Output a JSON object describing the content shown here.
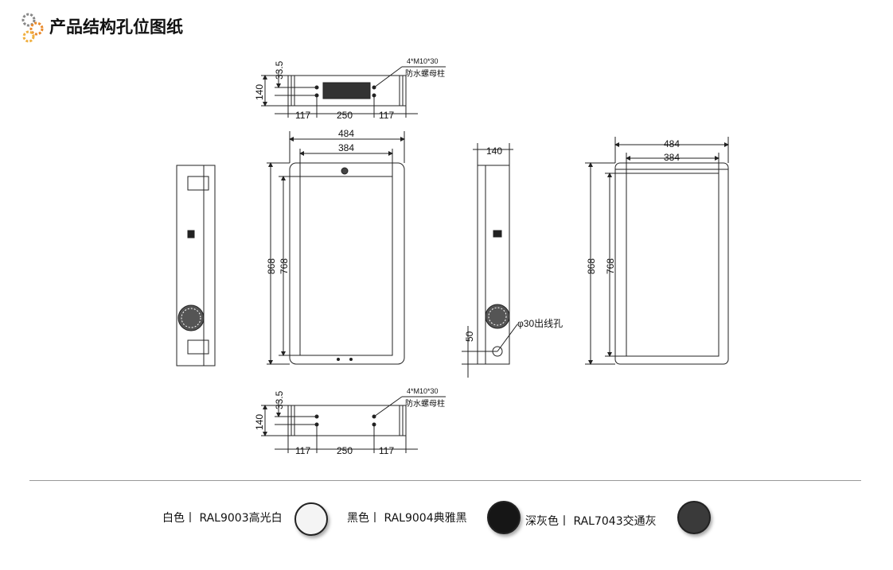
{
  "header": {
    "title": "产品结构孔位图纸",
    "icon": "gears-icon"
  },
  "top_view": {
    "dim_a": "33.5",
    "dim_h": "140",
    "dim_l": "117",
    "dim_m": "250",
    "dim_r": "117",
    "note1": "4*M10*30",
    "note2": "防水螺母柱"
  },
  "bottom_view": {
    "dim_a": "33.5",
    "dim_h": "140",
    "dim_l": "117",
    "dim_m": "250",
    "dim_r": "117",
    "note1": "4*M10*30",
    "note2": "防水螺母柱"
  },
  "front_view": {
    "outer_w": "484",
    "inner_w": "384",
    "outer_h": "868",
    "inner_h": "768"
  },
  "side_view": {
    "depth": "140",
    "hole_label": "φ30出线孔",
    "hole_offset": "50"
  },
  "back_view": {
    "outer_w": "484",
    "inner_w": "384",
    "outer_h": "868",
    "inner_h": "768"
  },
  "colors": [
    {
      "name": "白色丨 RAL9003高光白",
      "hex": "#f4f4f4"
    },
    {
      "name": "黑色丨 RAL9004典雅黑",
      "hex": "#161616"
    },
    {
      "name": "深灰色丨 RAL7043交通灰",
      "hex": "#3a3a3a"
    }
  ]
}
